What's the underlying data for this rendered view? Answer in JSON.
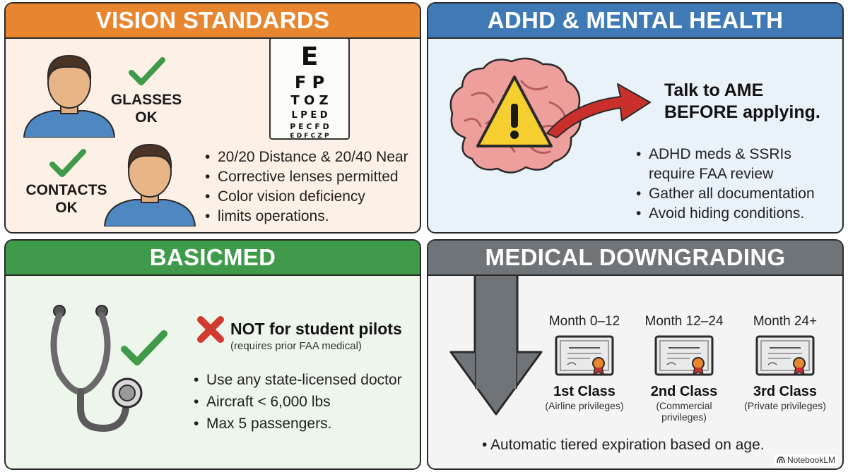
{
  "vision": {
    "title": "VISION STANDARDS",
    "glasses_label_1": "GLASSES",
    "glasses_label_2": "OK",
    "contacts_label_1": "CONTACTS",
    "contacts_label_2": "OK",
    "eye_chart_rows": [
      "E",
      "F P",
      "T O Z",
      "L P E D",
      "P E C F D",
      "E D F C Z P"
    ],
    "bullets": [
      "20/20 Distance & 20/40 Near",
      "Corrective lenses permitted",
      "Color vision deficiency",
      "limits operations."
    ]
  },
  "adhd": {
    "title": "ADHD & MENTAL HEALTH",
    "callout_1": "Talk to AME",
    "callout_2": "BEFORE applying.",
    "bullets": [
      "ADHD meds & SSRIs",
      "require FAA review",
      "Gather all documentation",
      "Avoid hiding conditions."
    ]
  },
  "basicmed": {
    "title": "BASICMED",
    "not_for": "NOT for student pilots",
    "not_for_note": "(requires prior FAA medical)",
    "bullets": [
      "Use any state-licensed doctor",
      "Aircraft < 6,000 lbs",
      "Max 5 passengers."
    ]
  },
  "medical": {
    "title": "MEDICAL DOWNGRADING",
    "classes": [
      {
        "month": "Month 0–12",
        "class": "1st Class",
        "priv_1": "(Airline privileges)",
        "priv_2": ""
      },
      {
        "month": "Month 12–24",
        "class": "2nd Class",
        "priv_1": "(Commercial",
        "priv_2": "privileges)"
      },
      {
        "month": "Month 24+",
        "class": "3rd Class",
        "priv_1": "(Private privileges)",
        "priv_2": ""
      }
    ],
    "bullet": "Automatic tiered expiration based on age."
  },
  "brand": "NotebookLM",
  "colors": {
    "vision": "#e8862f",
    "adhd": "#3f7ab6",
    "basicmed": "#3f9a49",
    "medical": "#6e7478",
    "check": "#3f9a49",
    "cross": "#d23a32",
    "arrow": "#c9302c"
  },
  "icons": [
    "person-glasses-icon",
    "person-contacts-icon",
    "check-icon",
    "eye-chart-icon",
    "brain-icon",
    "warning-icon",
    "curved-arrow-icon",
    "stethoscope-icon",
    "x-mark-icon",
    "down-arrow-icon",
    "certificate-icon"
  ]
}
